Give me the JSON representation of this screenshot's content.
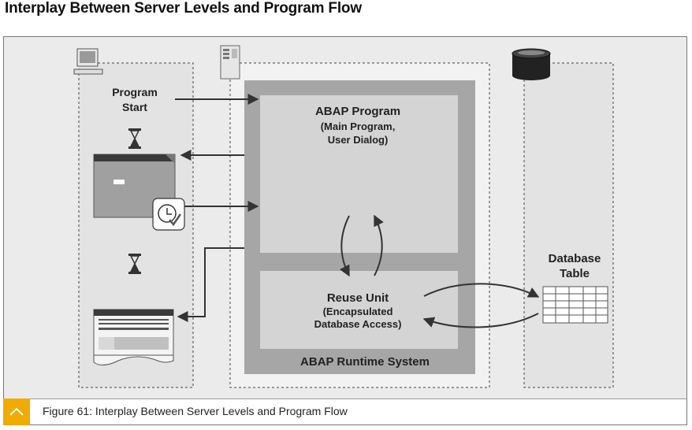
{
  "page_title": "Interplay Between Server Levels and Program Flow",
  "diagram": {
    "program_start": [
      "Program",
      "Start"
    ],
    "abap_program": {
      "title": "ABAP Program",
      "sub": [
        "(Main Program,",
        "User Dialog)"
      ]
    },
    "reuse_unit": {
      "title": "Reuse Unit",
      "sub": [
        "(Encapsulated",
        "Database Access)"
      ]
    },
    "runtime_system": "ABAP Runtime System",
    "database_table": [
      "Database",
      "Table"
    ]
  },
  "icons": [
    "computer-icon",
    "server-icon",
    "database-icon",
    "hourglass-icon",
    "clock-check-icon",
    "table-icon"
  ],
  "colors": {
    "accent": "#f0ab00",
    "runtime_gray": "#a6a6a6",
    "inner_gray": "#d4d4d4"
  },
  "caption": "Figure 61: Interplay Between Server Levels and Program Flow"
}
